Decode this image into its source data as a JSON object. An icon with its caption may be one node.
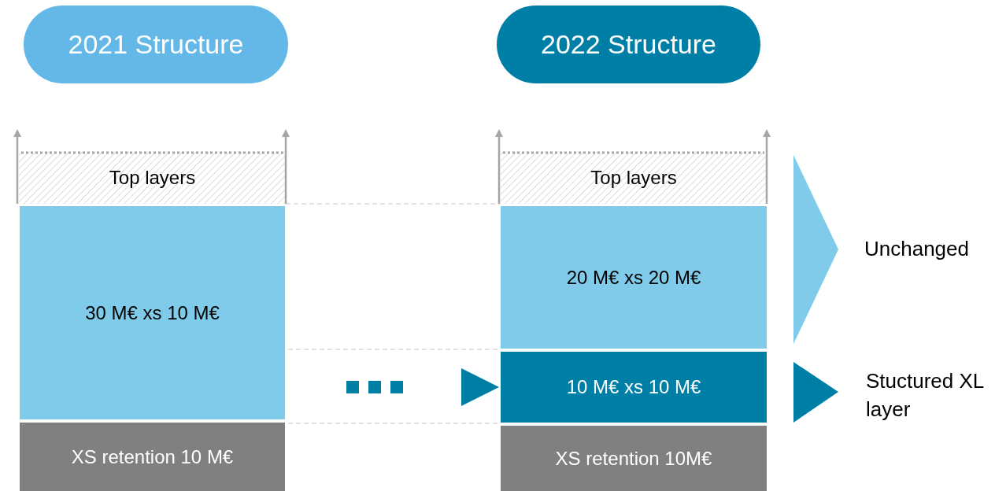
{
  "diagram": {
    "nodes": [
      {
        "text": [
          "2021 Structure"
        ]
      },
      {
        "text": [
          "2022 Structure"
        ]
      },
      {
        "text": [
          "Top layers"
        ]
      },
      {
        "text": [
          "30 M€ xs 10 M€"
        ]
      },
      {
        "text": [
          "XS retention 10 M€"
        ]
      },
      {
        "text": [
          "Top layers"
        ]
      },
      {
        "text": [
          "20 M€ xs 20 M€"
        ]
      },
      {
        "text": [
          "10 M€ xs 10 M€"
        ]
      },
      {
        "text": [
          "XS retention 10M€"
        ]
      },
      {
        "text": [],
        "shape": "triangle",
        "beside": [
          "Unchanged"
        ]
      },
      {
        "text": [],
        "shape": "triangle",
        "beside": [
          "Stuctured XL layer"
        ]
      }
    ],
    "edges": [
      {
        "from": null,
        "to": 7,
        "arrow": "to",
        "style": "dashed"
      }
    ]
  }
}
